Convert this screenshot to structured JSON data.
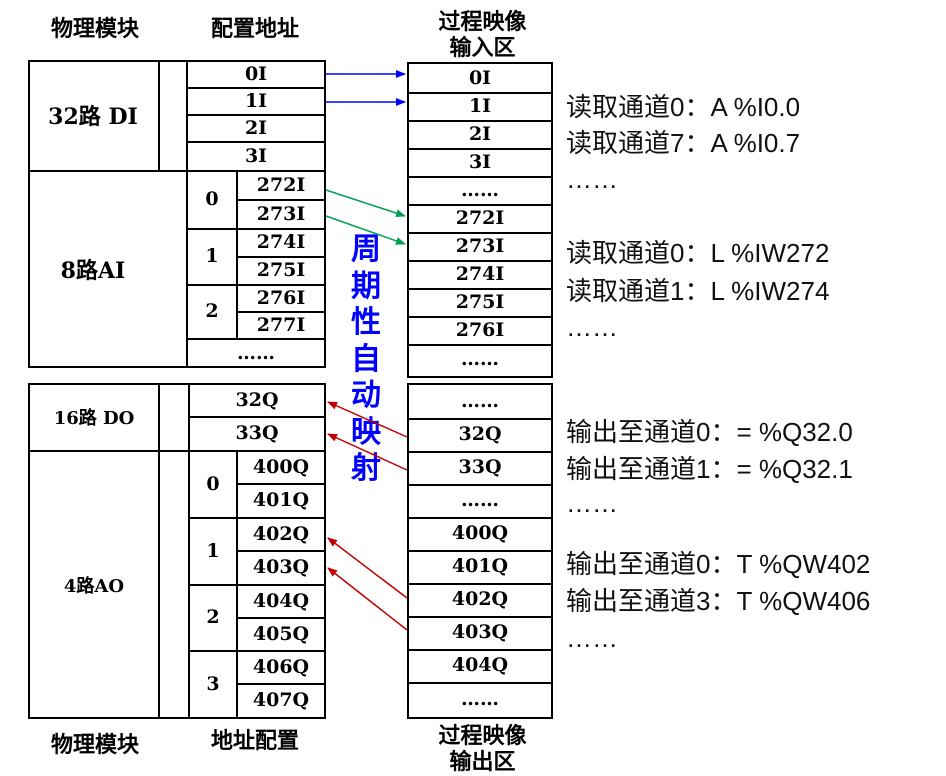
{
  "headers": {
    "physical_top": "物理模块",
    "config_addr": "配置地址",
    "pii_line1": "过程映像",
    "pii_line2": "输入区",
    "physical_bottom": "物理模块",
    "addr_config": "地址配置",
    "piq_line1": "过程映像",
    "piq_line2": "输出区"
  },
  "modules": {
    "di": "32路 DI",
    "ai": "8路AI",
    "do": "16路 DO",
    "ao": "4路AO"
  },
  "di_addrs": [
    "0I",
    "1I",
    "2I",
    "3I"
  ],
  "ai_channels": [
    {
      "ch": "0",
      "a": "272I",
      "b": "273I"
    },
    {
      "ch": "1",
      "a": "274I",
      "b": "275I"
    },
    {
      "ch": "2",
      "a": "276I",
      "b": "277I"
    }
  ],
  "ai_more": "……",
  "do_addrs": [
    "32Q",
    "33Q"
  ],
  "ao_channels": [
    {
      "ch": "0",
      "a": "400Q",
      "b": "401Q"
    },
    {
      "ch": "1",
      "a": "402Q",
      "b": "403Q"
    },
    {
      "ch": "2",
      "a": "404Q",
      "b": "405Q"
    },
    {
      "ch": "3",
      "a": "406Q",
      "b": "407Q"
    }
  ],
  "pii_cells": [
    "0I",
    "1I",
    "2I",
    "3I",
    "……",
    "272I",
    "273I",
    "274I",
    "275I",
    "276I",
    "……"
  ],
  "piq_cells": [
    "……",
    "32Q",
    "33Q",
    "……",
    "400Q",
    "401Q",
    "402Q",
    "403Q",
    "404Q",
    "……"
  ],
  "vertical_label": [
    "周",
    "期",
    "性",
    "自",
    "动",
    "映",
    "射"
  ],
  "notes": {
    "di0": "读取通道0：A   %I0.0",
    "di7": "读取通道7：A   %I0.7",
    "dots1": "……",
    "ai0": "读取通道0：L   %IW272",
    "ai1": "读取通道1：L   %IW274",
    "dots2": "……",
    "do0": "输出至通道0：=    %Q32.0",
    "do1": "输出至通道1：=    %Q32.1",
    "dots3": "……",
    "ao0": "输出至通道0：T   %QW402",
    "ao3": "输出至通道3：T   %QW406",
    "dots4": "……"
  },
  "colors": {
    "blue_arrow": "#0000ff",
    "green_arrow": "#00a050",
    "red_arrow": "#c00000",
    "label": "#0000ff"
  }
}
